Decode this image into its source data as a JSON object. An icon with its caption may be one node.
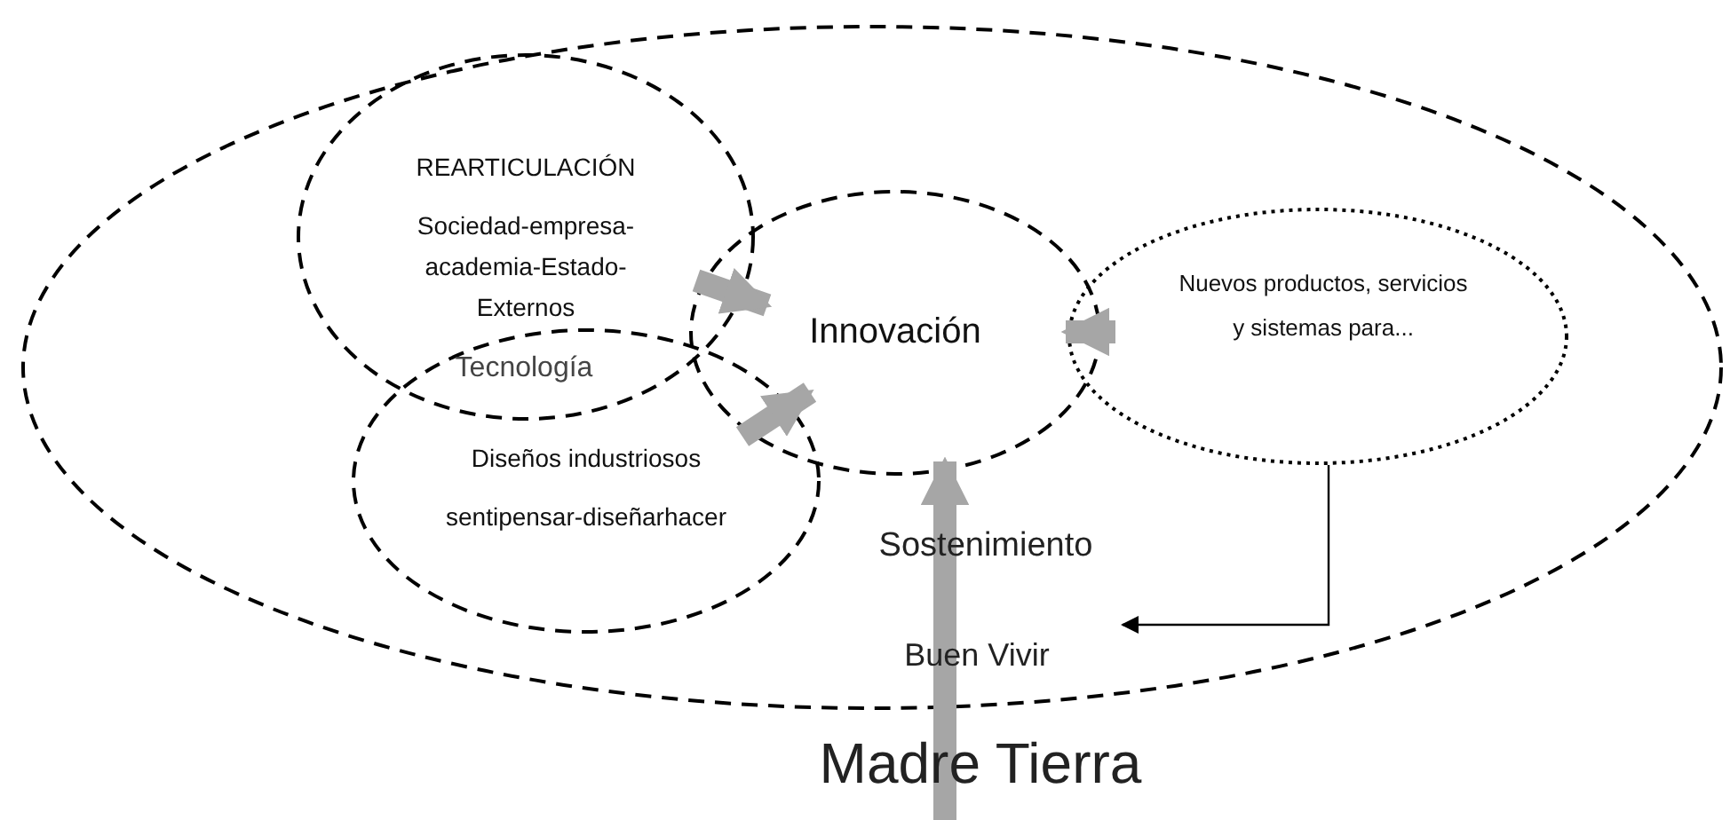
{
  "diagram": {
    "nodes": [
      {
        "text": [],
        "shape": "ellipse"
      },
      {
        "text": [
          "REARTICULACIÓN",
          "Sociedad-empresa-academia-Estado-Externos"
        ],
        "in": 0
      },
      {
        "text": [
          "Diseños industriosos",
          "sentipensar-diseñarhacer"
        ],
        "in": 0
      },
      {
        "text": [
          "Innovación"
        ],
        "in": 0
      },
      {
        "text": [
          "Nuevos productos, servicios y sistemas para..."
        ],
        "in": 0
      },
      {
        "text": [
          "Buen Vivir"
        ],
        "in": 0
      },
      {
        "text": [
          "Madre Tierra"
        ]
      }
    ],
    "edges": [
      {
        "from": 1,
        "to": 3,
        "arrow": "to"
      },
      {
        "from": 2,
        "to": 3,
        "arrow": "to"
      },
      {
        "from": 4,
        "to": 3,
        "arrow": "to"
      },
      {
        "from": 6,
        "to": 3,
        "arrow": "to"
      },
      {
        "from": 4,
        "to": 5,
        "arrow": "to",
        "color": "#000000"
      }
    ],
    "labels": [
      "Tecnología",
      "Sostenimiento"
    ]
  }
}
